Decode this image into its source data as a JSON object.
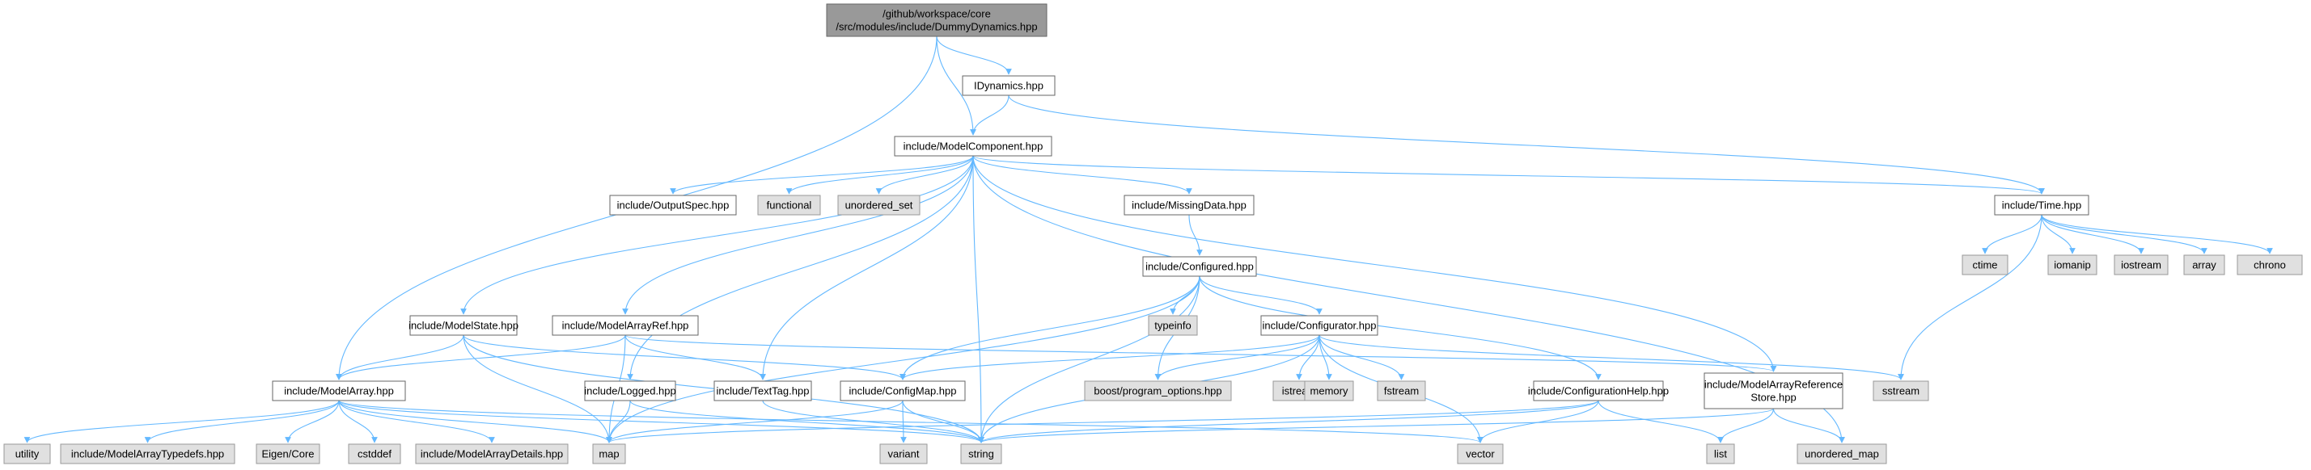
{
  "graph": {
    "colors": {
      "edge": "#63b8ff",
      "file_fill": "#ffffff",
      "file_stroke": "#666666",
      "root_fill": "#999999",
      "root_stroke": "#666666",
      "sys_fill": "#e0e0e0",
      "sys_stroke": "#999999"
    },
    "nodes": [
      {
        "id": "root",
        "label": [
          "/github/workspace/core",
          "/src/modules/include/DummyDynamics.hpp"
        ],
        "kind": "root"
      },
      {
        "id": "idyn",
        "label": [
          "IDynamics.hpp"
        ],
        "kind": "file"
      },
      {
        "id": "mcomp",
        "label": [
          "include/ModelComponent.hpp"
        ],
        "kind": "file"
      },
      {
        "id": "time",
        "label": [
          "include/Time.hpp"
        ],
        "kind": "file"
      },
      {
        "id": "outspec",
        "label": [
          "include/OutputSpec.hpp"
        ],
        "kind": "file"
      },
      {
        "id": "functional",
        "label": [
          "functional"
        ],
        "kind": "system"
      },
      {
        "id": "uset",
        "label": [
          "unordered_set"
        ],
        "kind": "system"
      },
      {
        "id": "missing",
        "label": [
          "include/MissingData.hpp"
        ],
        "kind": "file"
      },
      {
        "id": "ctime",
        "label": [
          "ctime"
        ],
        "kind": "system"
      },
      {
        "id": "iomanip",
        "label": [
          "iomanip"
        ],
        "kind": "system"
      },
      {
        "id": "iostream",
        "label": [
          "iostream"
        ],
        "kind": "system"
      },
      {
        "id": "array",
        "label": [
          "array"
        ],
        "kind": "system"
      },
      {
        "id": "chrono",
        "label": [
          "chrono"
        ],
        "kind": "system"
      },
      {
        "id": "configured",
        "label": [
          "include/Configured.hpp"
        ],
        "kind": "file"
      },
      {
        "id": "typeinfo",
        "label": [
          "typeinfo"
        ],
        "kind": "system"
      },
      {
        "id": "mstate",
        "label": [
          "include/ModelState.hpp"
        ],
        "kind": "file"
      },
      {
        "id": "maref",
        "label": [
          "include/ModelArrayRef.hpp"
        ],
        "kind": "file"
      },
      {
        "id": "configurator",
        "label": [
          "include/Configurator.hpp"
        ],
        "kind": "file"
      },
      {
        "id": "marray",
        "label": [
          "include/ModelArray.hpp"
        ],
        "kind": "file"
      },
      {
        "id": "logged",
        "label": [
          "include/Logged.hpp"
        ],
        "kind": "file"
      },
      {
        "id": "texttag",
        "label": [
          "include/TextTag.hpp"
        ],
        "kind": "file"
      },
      {
        "id": "configmap",
        "label": [
          "include/ConfigMap.hpp"
        ],
        "kind": "file"
      },
      {
        "id": "boostpo",
        "label": [
          "boost/program_options.hpp"
        ],
        "kind": "system"
      },
      {
        "id": "istream",
        "label": [
          "istream"
        ],
        "kind": "system"
      },
      {
        "id": "memory",
        "label": [
          "memory"
        ],
        "kind": "system"
      },
      {
        "id": "fstream",
        "label": [
          "fstream"
        ],
        "kind": "system"
      },
      {
        "id": "cfghelp",
        "label": [
          "include/ConfigurationHelp.hpp"
        ],
        "kind": "file"
      },
      {
        "id": "mars",
        "label": [
          "include/ModelArrayReference",
          "Store.hpp"
        ],
        "kind": "file"
      },
      {
        "id": "sstream",
        "label": [
          "sstream"
        ],
        "kind": "system"
      },
      {
        "id": "utility",
        "label": [
          "utility"
        ],
        "kind": "system"
      },
      {
        "id": "matypedefs",
        "label": [
          "include/ModelArrayTypedefs.hpp"
        ],
        "kind": "system"
      },
      {
        "id": "eigen",
        "label": [
          "Eigen/Core"
        ],
        "kind": "system"
      },
      {
        "id": "cstddef",
        "label": [
          "cstddef"
        ],
        "kind": "system"
      },
      {
        "id": "madetails",
        "label": [
          "include/ModelArrayDetails.hpp"
        ],
        "kind": "system"
      },
      {
        "id": "map",
        "label": [
          "map"
        ],
        "kind": "system"
      },
      {
        "id": "variant",
        "label": [
          "variant"
        ],
        "kind": "system"
      },
      {
        "id": "string",
        "label": [
          "string"
        ],
        "kind": "system"
      },
      {
        "id": "vector",
        "label": [
          "vector"
        ],
        "kind": "system"
      },
      {
        "id": "list",
        "label": [
          "list"
        ],
        "kind": "system"
      },
      {
        "id": "umap",
        "label": [
          "unordered_map"
        ],
        "kind": "system"
      }
    ],
    "edges": [
      [
        "root",
        "idyn"
      ],
      [
        "root",
        "mcomp"
      ],
      [
        "root",
        "marray"
      ],
      [
        "idyn",
        "mcomp"
      ],
      [
        "idyn",
        "time"
      ],
      [
        "mcomp",
        "outspec"
      ],
      [
        "mcomp",
        "functional"
      ],
      [
        "mcomp",
        "uset"
      ],
      [
        "mcomp",
        "missing"
      ],
      [
        "mcomp",
        "time"
      ],
      [
        "mcomp",
        "mstate"
      ],
      [
        "mcomp",
        "maref"
      ],
      [
        "mcomp",
        "logged"
      ],
      [
        "mcomp",
        "texttag"
      ],
      [
        "mcomp",
        "string"
      ],
      [
        "mcomp",
        "mars"
      ],
      [
        "mcomp",
        "umap"
      ],
      [
        "time",
        "ctime"
      ],
      [
        "time",
        "iomanip"
      ],
      [
        "time",
        "iostream"
      ],
      [
        "time",
        "array"
      ],
      [
        "time",
        "chrono"
      ],
      [
        "time",
        "sstream"
      ],
      [
        "missing",
        "configured"
      ],
      [
        "configured",
        "typeinfo"
      ],
      [
        "configured",
        "configurator"
      ],
      [
        "configured",
        "configmap"
      ],
      [
        "configured",
        "boostpo"
      ],
      [
        "configured",
        "cfghelp"
      ],
      [
        "configured",
        "map"
      ],
      [
        "configured",
        "string"
      ],
      [
        "configurator",
        "configmap"
      ],
      [
        "configurator",
        "boostpo"
      ],
      [
        "configurator",
        "istream"
      ],
      [
        "configurator",
        "memory"
      ],
      [
        "configurator",
        "fstream"
      ],
      [
        "configurator",
        "string"
      ],
      [
        "configurator",
        "vector"
      ],
      [
        "configurator",
        "sstream"
      ],
      [
        "mstate",
        "marray"
      ],
      [
        "mstate",
        "configmap"
      ],
      [
        "mstate",
        "map"
      ],
      [
        "mstate",
        "string"
      ],
      [
        "maref",
        "marray"
      ],
      [
        "maref",
        "texttag"
      ],
      [
        "maref",
        "mars"
      ],
      [
        "maref",
        "map"
      ],
      [
        "marray",
        "utility"
      ],
      [
        "marray",
        "matypedefs"
      ],
      [
        "marray",
        "eigen"
      ],
      [
        "marray",
        "cstddef"
      ],
      [
        "marray",
        "madetails"
      ],
      [
        "marray",
        "map"
      ],
      [
        "marray",
        "string"
      ],
      [
        "marray",
        "vector"
      ],
      [
        "logged",
        "map"
      ],
      [
        "logged",
        "string"
      ],
      [
        "texttag",
        "string"
      ],
      [
        "configmap",
        "map"
      ],
      [
        "configmap",
        "variant"
      ],
      [
        "configmap",
        "string"
      ],
      [
        "cfghelp",
        "map"
      ],
      [
        "cfghelp",
        "string"
      ],
      [
        "cfghelp",
        "vector"
      ],
      [
        "cfghelp",
        "list"
      ],
      [
        "mars",
        "string"
      ],
      [
        "mars",
        "list"
      ],
      [
        "mars",
        "umap"
      ]
    ]
  }
}
